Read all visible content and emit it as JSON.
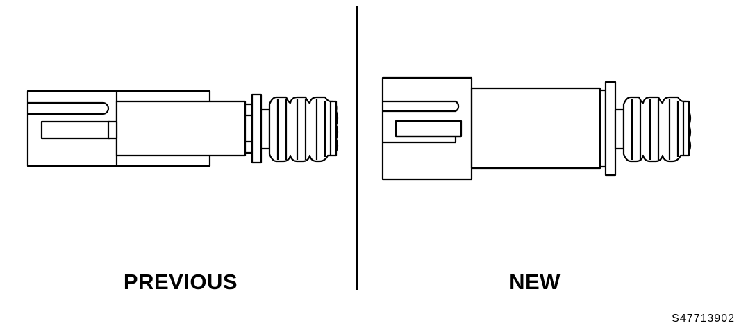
{
  "panels": {
    "previous": {
      "label": "PREVIOUS"
    },
    "new": {
      "label": "NEW"
    }
  },
  "figure_id": "S47713902",
  "colors": {
    "line": "#000000",
    "background": "#ffffff"
  }
}
